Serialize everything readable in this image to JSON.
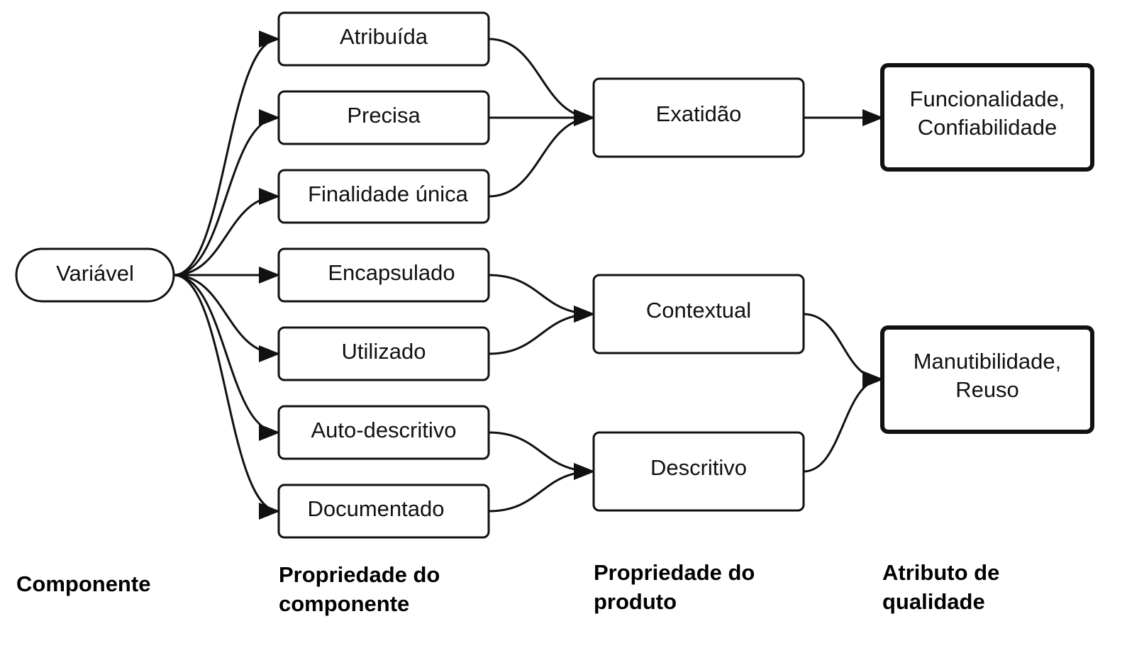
{
  "columns": {
    "component": "Componente",
    "component_property": [
      "Propriedade do",
      "componente"
    ],
    "product_property": [
      "Propriedade do",
      "produto"
    ],
    "quality_attribute": [
      "Atributo de",
      "qualidade"
    ]
  },
  "nodes": {
    "variavel": "Variável",
    "atribuida": "Atribuída",
    "precisa": "Precisa",
    "finalidade": "Finalidade única",
    "encapsulado": "Encapsulado",
    "utilizado": "Utilizado",
    "autodescritivo": "Auto-descritivo",
    "documentado": "Documentado",
    "exatidao": "Exatidão",
    "contextual": "Contextual",
    "descritivo": "Descritivo",
    "funcionalidade": [
      "Funcionalidade,",
      "Confiabilidade"
    ],
    "manutibilidade": [
      "Manutibilidade,",
      "Reuso"
    ]
  },
  "edges": [
    {
      "from": "variavel",
      "to": "atribuida"
    },
    {
      "from": "variavel",
      "to": "precisa"
    },
    {
      "from": "variavel",
      "to": "finalidade"
    },
    {
      "from": "variavel",
      "to": "encapsulado"
    },
    {
      "from": "variavel",
      "to": "utilizado"
    },
    {
      "from": "variavel",
      "to": "autodescritivo"
    },
    {
      "from": "variavel",
      "to": "documentado"
    },
    {
      "from": "atribuida",
      "to": "exatidao"
    },
    {
      "from": "precisa",
      "to": "exatidao"
    },
    {
      "from": "finalidade",
      "to": "exatidao"
    },
    {
      "from": "encapsulado",
      "to": "contextual"
    },
    {
      "from": "utilizado",
      "to": "contextual"
    },
    {
      "from": "autodescritivo",
      "to": "descritivo"
    },
    {
      "from": "documentado",
      "to": "descritivo"
    },
    {
      "from": "exatidao",
      "to": "funcionalidade"
    },
    {
      "from": "contextual",
      "to": "manutibilidade"
    },
    {
      "from": "descritivo",
      "to": "manutibilidade"
    }
  ],
  "colors": {
    "stroke": "#111111",
    "background": "#ffffff",
    "text": "#111111"
  }
}
